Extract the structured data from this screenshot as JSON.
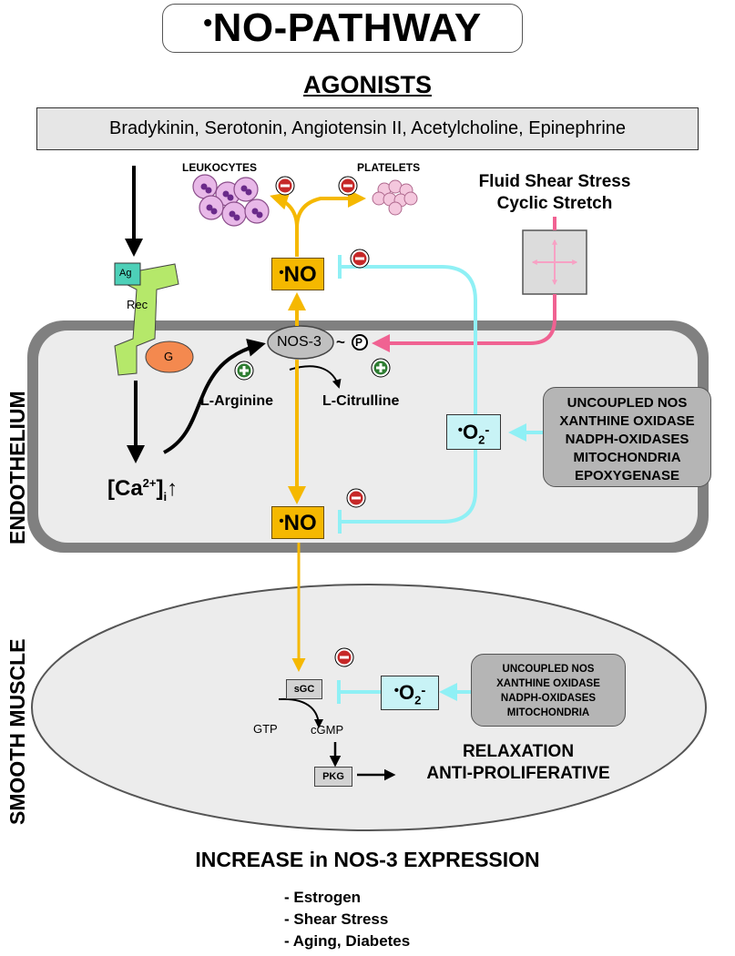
{
  "title": {
    "dot": "•",
    "text": "NO-PATHWAY"
  },
  "agonists": {
    "heading": "AGONISTS",
    "list": "Bradykinin, Serotonin, Angiotensin II, Acetylcholine, Epinephrine"
  },
  "receptor": {
    "ag": "Ag",
    "rec": "Rec",
    "g": "G"
  },
  "targets": {
    "leukocytes": "LEUKOCYTES",
    "platelets": "PLATELETS"
  },
  "mechanical": {
    "line1": "Fluid Shear Stress",
    "line2": "Cyclic Stretch"
  },
  "layers": {
    "endothelium": "ENDOTHELIUM",
    "smooth_muscle": "SMOOTH MUSCLE"
  },
  "endothelium": {
    "nos3": "NOS-3",
    "tilde": "~",
    "phospho": "P",
    "l_arginine": "L-Arginine",
    "l_citrulline": "L-Citrulline",
    "calcium": {
      "base": "[Ca",
      "sup": "2+",
      "close": "]",
      "sub": "i",
      "arrow": "↑"
    },
    "no_label": "NO",
    "no_dot": "•",
    "superoxide": {
      "dot": "•",
      "base": "O",
      "sub": "2",
      "sup": "-"
    },
    "sources": [
      "UNCOUPLED NOS",
      "XANTHINE OXIDASE",
      "NADPH-OXIDASES",
      "MITOCHONDRIA",
      "EPOXYGENASE"
    ]
  },
  "smooth_muscle": {
    "sgc": "sGC",
    "gtp": "GTP",
    "cgmp": "cGMP",
    "pkg": "PKG",
    "effects": [
      "RELAXATION",
      "ANTI-PROLIFERATIVE"
    ],
    "sources": [
      "UNCOUPLED NOS",
      "XANTHINE OXIDASE",
      "NADPH-OXIDASES",
      "MITOCHONDRIA"
    ]
  },
  "signs": {
    "minus": "−",
    "plus": "+"
  },
  "expression": {
    "heading": "INCREASE in NOS-3 EXPRESSION",
    "items": [
      "- Estrogen",
      "- Shear Stress",
      "- Aging, Diabetes"
    ]
  },
  "colors": {
    "no_yellow": "#f5b800",
    "inhibit_cyan": "#8ff0f5",
    "shear_pink": "#f06292",
    "inhibit_red": "#c62828",
    "stimulate_green": "#2e7d32",
    "receptor_green": "#b5e86a",
    "g_protein_orange": "#f4894f",
    "agonist_teal": "#4dd0b8",
    "cell_cytoplasm": "#ececec",
    "source_gray": "#b5b5b5"
  }
}
